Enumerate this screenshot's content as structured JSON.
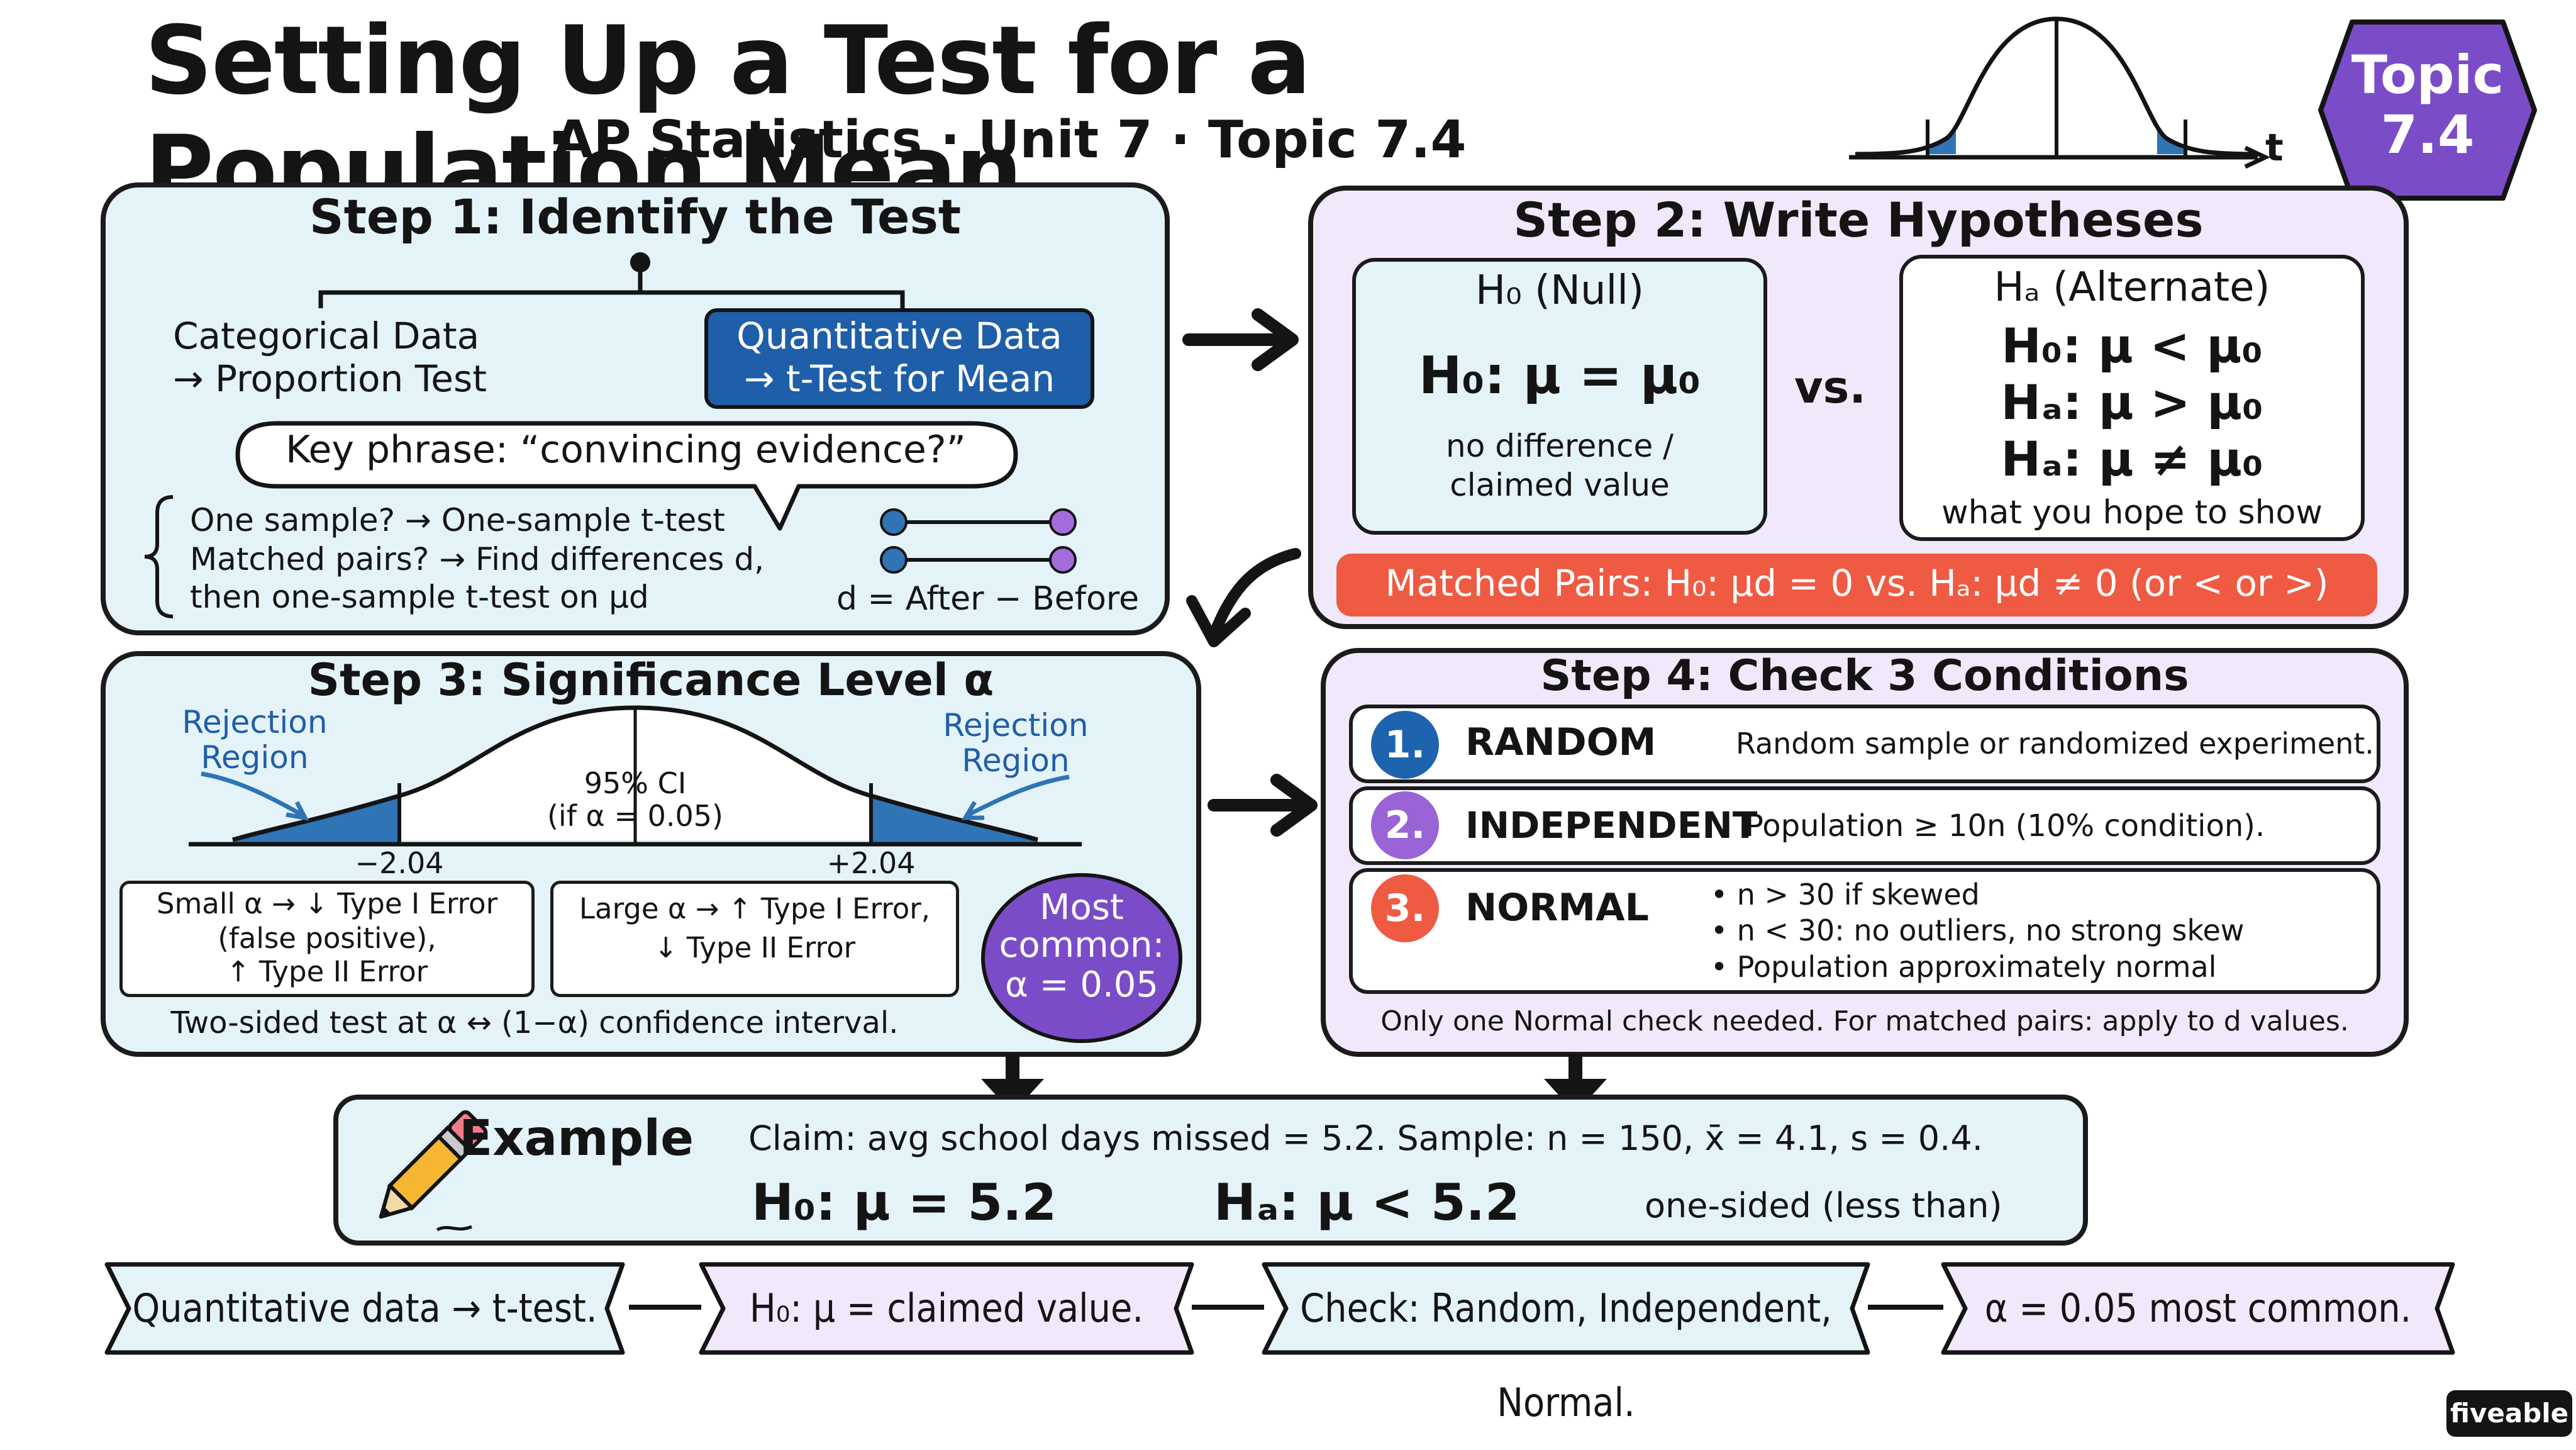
{
  "header": {
    "title": "Setting Up a Test for a Population Mean",
    "subtitle": "AP Statistics · Unit 7 · Topic 7.4",
    "axis_label": "t",
    "badge_line1": "Topic",
    "badge_line2": "7.4"
  },
  "step1": {
    "title": "Step 1: Identify the Test",
    "categorical_line1": "Categorical Data",
    "categorical_line2": "→ Proportion Test",
    "quantitative_line1": "Quantitative Data",
    "quantitative_line2": "→ t-Test for Mean",
    "key_phrase": "Key phrase: “convincing evidence?”",
    "one_sample": "One sample? → One-sample t-test",
    "matched_line1": "Matched pairs? → Find differences d,",
    "matched_line2": "then one-sample t-test on μd",
    "d_formula": "d = After − Before"
  },
  "step2": {
    "title": "Step 2: Write Hypotheses",
    "null_header": "H₀ (Null)",
    "null_formula": "H₀: μ = μ₀",
    "null_note_line1": "no difference /",
    "null_note_line2": "claimed value",
    "vs": "vs.",
    "alt_header": "Hₐ (Alternate)",
    "alt_1": "H₀: μ < μ₀",
    "alt_2": "Hₐ: μ > μ₀",
    "alt_3": "Hₐ: μ ≠ μ₀",
    "alt_note": "what you hope to show",
    "matched_pairs": "Matched Pairs: H₀: μd = 0 vs. Hₐ: μd ≠ 0 (or < or >)"
  },
  "step3": {
    "title": "Step 3: Significance Level α",
    "rejection_left": "Rejection Region",
    "rejection_right": "Rejection Region",
    "ci_line1": "95% CI",
    "ci_line2": "(if α = 0.05)",
    "tick_left": "−2.04",
    "tick_right": "+2.04",
    "small_alpha_line1": "Small α → ↓ Type I Error",
    "small_alpha_line2": "(false positive),",
    "small_alpha_line3": "↑ Type II Error",
    "large_alpha_line1": "Large α → ↑ Type I Error,",
    "large_alpha_line2": "↓ Type II Error",
    "most_common_line1": "Most",
    "most_common_line2": "common:",
    "most_common_line3": "α = 0.05",
    "footer": "Two-sided test at α ↔ (1−α) confidence interval."
  },
  "step4": {
    "title": "Step 4: Check 3 Conditions",
    "conditions": [
      {
        "num": "1.",
        "name": "RANDOM",
        "desc": "Random sample or randomized experiment."
      },
      {
        "num": "2.",
        "name": "INDEPENDENT",
        "desc": "Population ≥ 10n (10% condition)."
      },
      {
        "num": "3.",
        "name": "NORMAL",
        "bullets": [
          "n > 30 if skewed",
          "n < 30: no outliers, no strong skew",
          "Population approximately normal"
        ]
      }
    ],
    "footer": "Only one Normal check needed. For matched pairs: apply to d values."
  },
  "example": {
    "label": "Example",
    "claim": "Claim: avg school days missed = 5.2. Sample: n = 150, x̄ = 4.1, s = 0.4.",
    "h0": "H₀: μ = 5.2",
    "ha": "Hₐ: μ < 5.2",
    "note": "one-sided (less than)"
  },
  "summary": [
    "Quantitative data → t-test.",
    "H₀: μ = claimed value.",
    "Check: Random, Independent, Normal.",
    "α = 0.05 most common."
  ],
  "brand": "fiveable",
  "colors": {
    "blue_dark": "#1f5ea8",
    "blue_panel": "#e4f3f8",
    "purple_panel": "#f1e9fb",
    "purple_badge": "#7a4cc8",
    "red_bar": "#ef5a43",
    "num1": "#1e63ad",
    "num2": "#9a63d6",
    "num3": "#ef5a43"
  }
}
